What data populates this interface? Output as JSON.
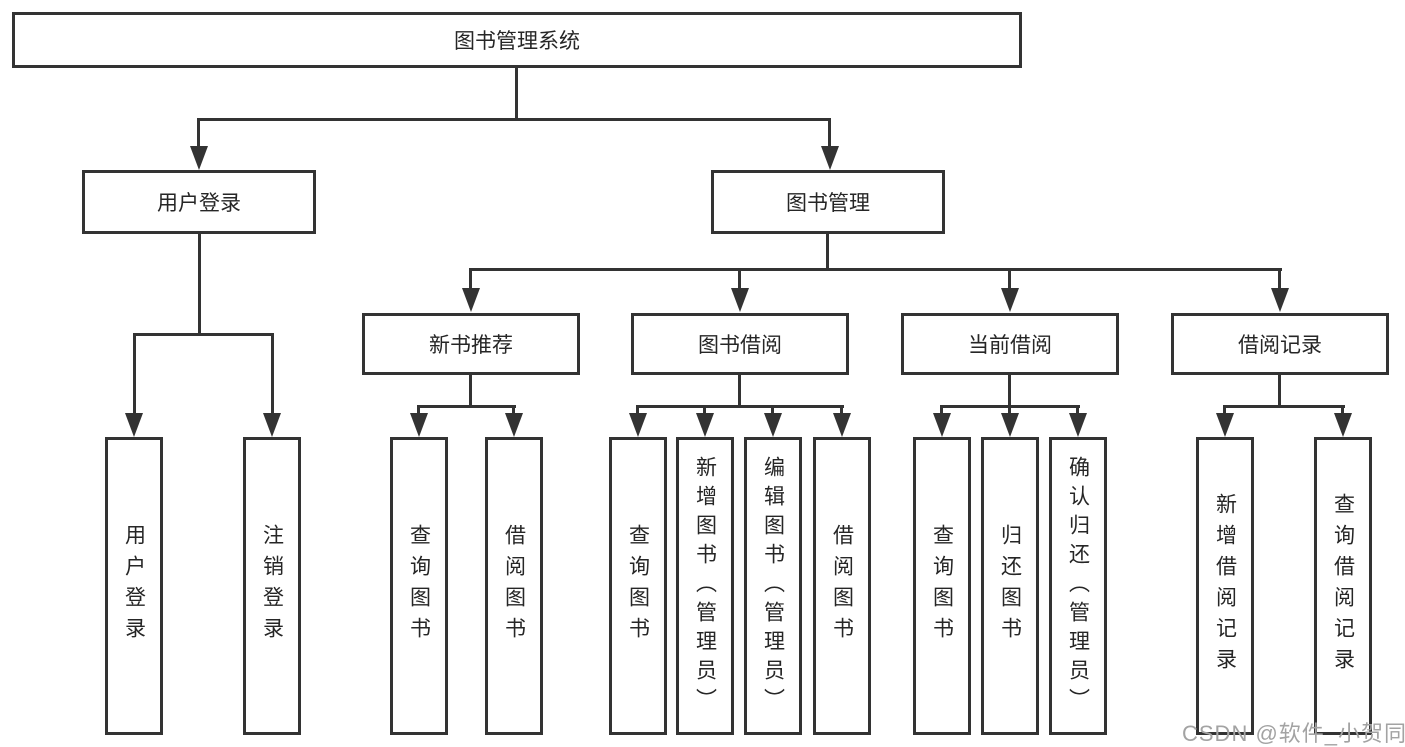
{
  "diagram": {
    "title": "图书管理系统",
    "colors": {
      "line": "#333333",
      "text": "#262626",
      "watermark": "#a3a3a3",
      "background": "#ffffff"
    },
    "root": {
      "label": "图书管理系统"
    },
    "level2": [
      {
        "label": "用户登录"
      },
      {
        "label": "图书管理"
      }
    ],
    "level3": [
      {
        "label": "新书推荐",
        "parent": "图书管理"
      },
      {
        "label": "图书借阅",
        "parent": "图书管理"
      },
      {
        "label": "当前借阅",
        "parent": "图书管理"
      },
      {
        "label": "借阅记录",
        "parent": "图书管理"
      }
    ],
    "leaves": [
      {
        "label": "用户登录",
        "parent": "用户登录"
      },
      {
        "label": "注销登录",
        "parent": "用户登录"
      },
      {
        "label": "查询图书",
        "parent": "新书推荐"
      },
      {
        "label": "借阅图书",
        "parent": "新书推荐"
      },
      {
        "label": "查询图书",
        "parent": "图书借阅"
      },
      {
        "label": "新增图书（管理员）",
        "parent": "图书借阅"
      },
      {
        "label": "编辑图书（管理员）",
        "parent": "图书借阅"
      },
      {
        "label": "借阅图书",
        "parent": "图书借阅"
      },
      {
        "label": "查询图书",
        "parent": "当前借阅"
      },
      {
        "label": "归还图书",
        "parent": "当前借阅"
      },
      {
        "label": "确认归还（管理员）",
        "parent": "当前借阅"
      },
      {
        "label": "新增借阅记录",
        "parent": "借阅记录"
      },
      {
        "label": "查询借阅记录",
        "parent": "借阅记录"
      }
    ],
    "watermark": "CSDN @软件_小贺同学"
  }
}
